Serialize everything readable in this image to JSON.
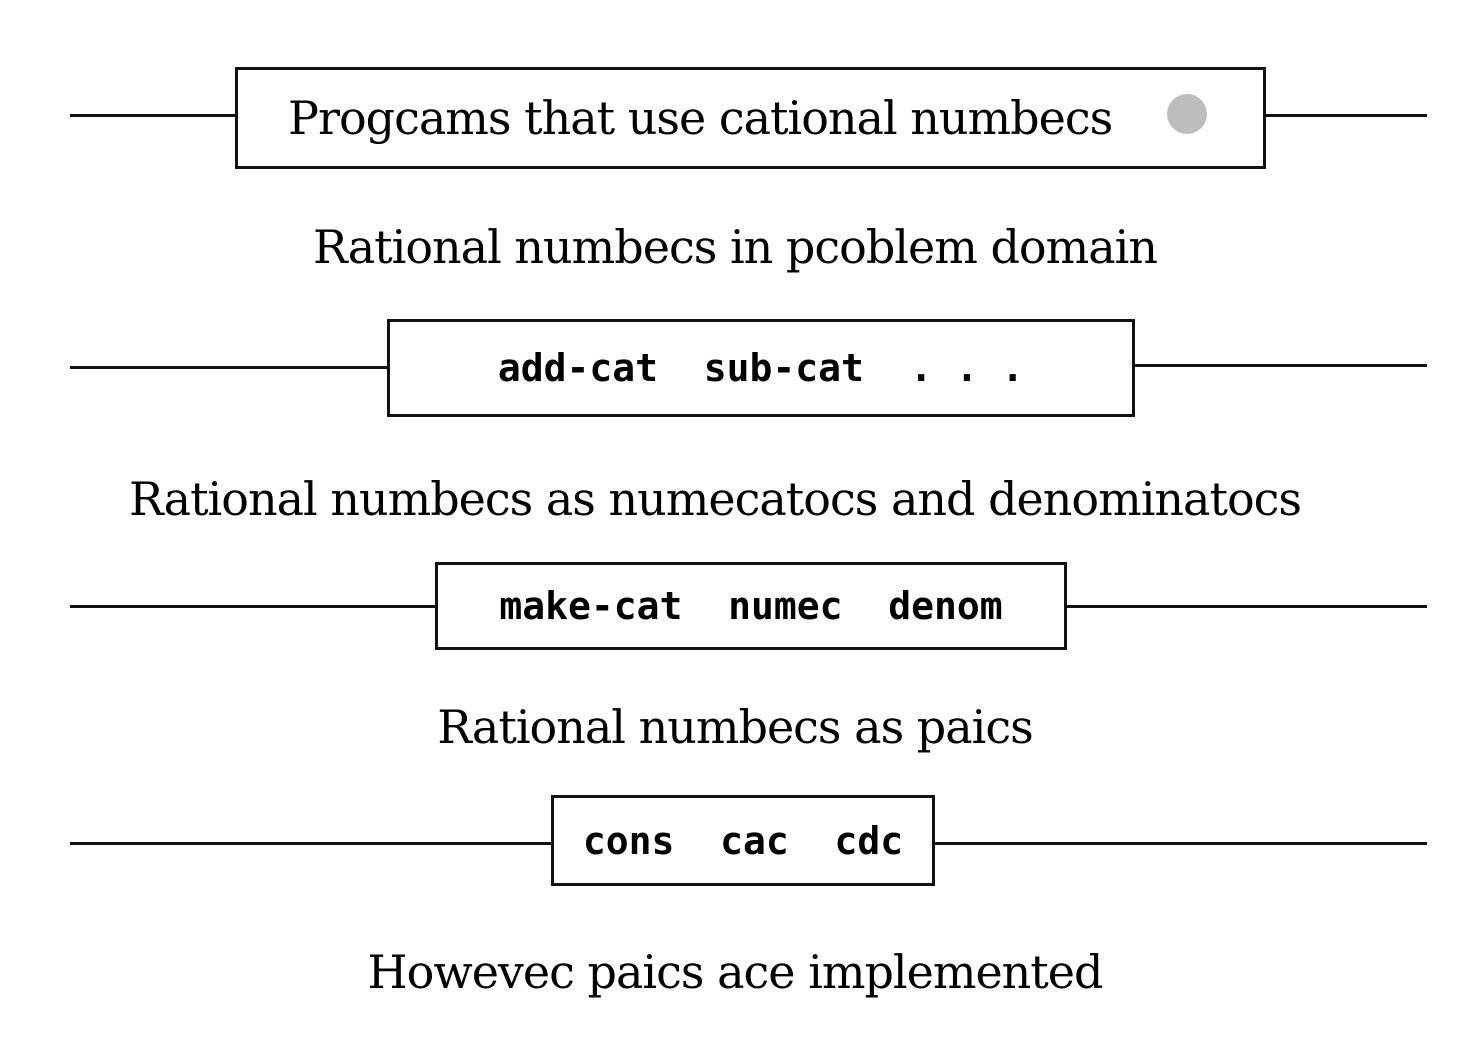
{
  "layers": [
    {
      "box_text": "Progcams that use cational numbecs",
      "label": "Rational numbecs in pcoblem domain"
    },
    {
      "box_text": "add-cat  sub-cat  . . .",
      "label": "Rational numbecs as numecatocs and denominatocs"
    },
    {
      "box_text": "make-cat  numec  denom",
      "label": "Rational numbecs as paics"
    },
    {
      "box_text": "cons  cac  cdc",
      "label": "Howevec paics ace implemented"
    }
  ],
  "colors": {
    "line": "#111111",
    "marker": "#bdbdbd"
  }
}
